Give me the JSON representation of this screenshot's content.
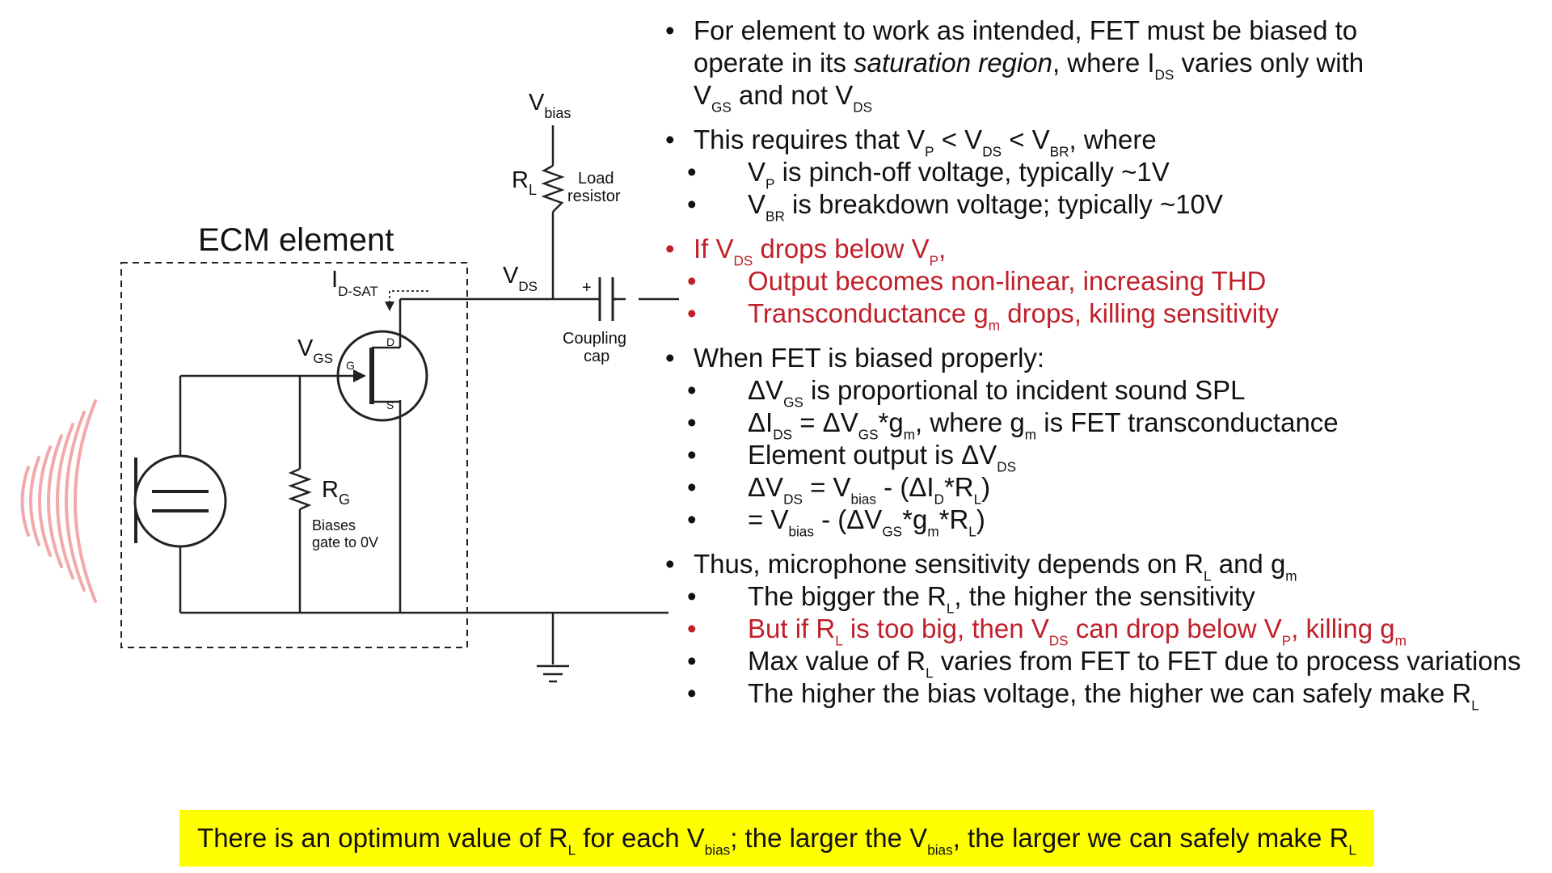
{
  "diagram": {
    "title": "ECM element",
    "v_bias": "V",
    "v_bias_sub": "bias",
    "rl": "R",
    "rl_sub": "L",
    "load_line1": "Load",
    "load_line2": "resistor",
    "vds": "V",
    "vds_sub": "DS",
    "id_sat": "I",
    "id_sat_sub": "D-SAT",
    "vgs": "V",
    "vgs_sub": "GS",
    "pin_g": "G",
    "pin_d": "D",
    "pin_s": "S",
    "cap_plus": "+",
    "coupling_line1": "Coupling",
    "coupling_line2": "cap",
    "rg": "R",
    "rg_sub": "G",
    "biases_line1": "Biases",
    "biases_line2": "gate to 0V",
    "accent_red": "#c0202a",
    "wave_color": "#f3a9ab",
    "highlight_color": "#ffff00"
  },
  "bullets": {
    "b1_l1": "For element to work as intended, FET must be biased to",
    "b1_l2_pre": "operate in its ",
    "b1_l2_em": "saturation region",
    "b1_l2_mid": ", where I",
    "b1_l2_sub": "DS",
    "b1_l2_post": " varies only with",
    "b1_l3_v1": "V",
    "b1_l3_s1": "GS",
    "b1_l3_mid": " and not V",
    "b1_l3_s2": "DS",
    "b2_pre": "This requires that V",
    "b2_s1": "P",
    "b2_mid1": " < V",
    "b2_s2": "DS",
    "b2_mid2": " < V",
    "b2_s3": "BR",
    "b2_post": ", where",
    "b2a_v": "V",
    "b2a_s": "P",
    "b2a_post": " is pinch-off voltage, typically ~1V",
    "b2b_v": "V",
    "b2b_s": "BR",
    "b2b_post": " is breakdown voltage; typically ~10V",
    "b3_pre": "If V",
    "b3_s1": "DS",
    "b3_mid": " drops below V",
    "b3_s2": "P",
    "b3_post": ",",
    "b3a": "Output becomes non-linear, increasing THD",
    "b3b_pre": "Transconductance g",
    "b3b_s": "m",
    "b3b_post": " drops, killing sensitivity",
    "b4": "When FET is biased properly:",
    "b4a_pre": "ΔV",
    "b4a_s": "GS",
    "b4a_post": " is proportional to incident sound SPL",
    "b4b_p1": "ΔI",
    "b4b_s1": "DS",
    "b4b_p2": " = ΔV",
    "b4b_s2": "GS",
    "b4b_p3": "*g",
    "b4b_s3": "m",
    "b4b_p4": ", where g",
    "b4b_s4": "m",
    "b4b_p5": " is FET transconductance",
    "b4c_pre": "Element output is ΔV",
    "b4c_s": "DS",
    "b4d_p1": "ΔV",
    "b4d_s1": "DS",
    "b4d_p2": " = V",
    "b4d_s2": "bias",
    "b4d_p3": " - (ΔI",
    "b4d_s3": "D",
    "b4d_p4": "*R",
    "b4d_s4": "L",
    "b4d_p5": ")",
    "b4e_p1": "= V",
    "b4e_s1": "bias",
    "b4e_p2": " - (ΔV",
    "b4e_s2": "GS",
    "b4e_p3": "*g",
    "b4e_s3": "m",
    "b4e_p4": "*R",
    "b4e_s4": "L",
    "b4e_p5": ")",
    "b5_p1": "Thus, microphone sensitivity depends on R",
    "b5_s1": "L",
    "b5_p2": " and g",
    "b5_s2": "m",
    "b5a_p1": "The bigger the R",
    "b5a_s1": "L",
    "b5a_p2": ", the higher the sensitivity",
    "b5b_p1": "But if R",
    "b5b_s1": "L",
    "b5b_p2": " is too big, then V",
    "b5b_s2": "DS",
    "b5b_p3": " can drop below V",
    "b5b_s3": "P",
    "b5b_p4": ", killing g",
    "b5b_s4": "m",
    "b5c_p1": "Max value of R",
    "b5c_s1": "L",
    "b5c_p2": " varies from FET to FET due to process variations",
    "b5d_p1": "The higher the bias voltage, the higher we can safely make R",
    "b5d_s1": "L"
  },
  "banner": {
    "p1": "There is an optimum value of R",
    "s1": "L",
    "p2": " for each V",
    "s2": "bias",
    "p3": "; the larger the V",
    "s3": "bias",
    "p4": ", the larger we can safely make R",
    "s4": "L"
  }
}
